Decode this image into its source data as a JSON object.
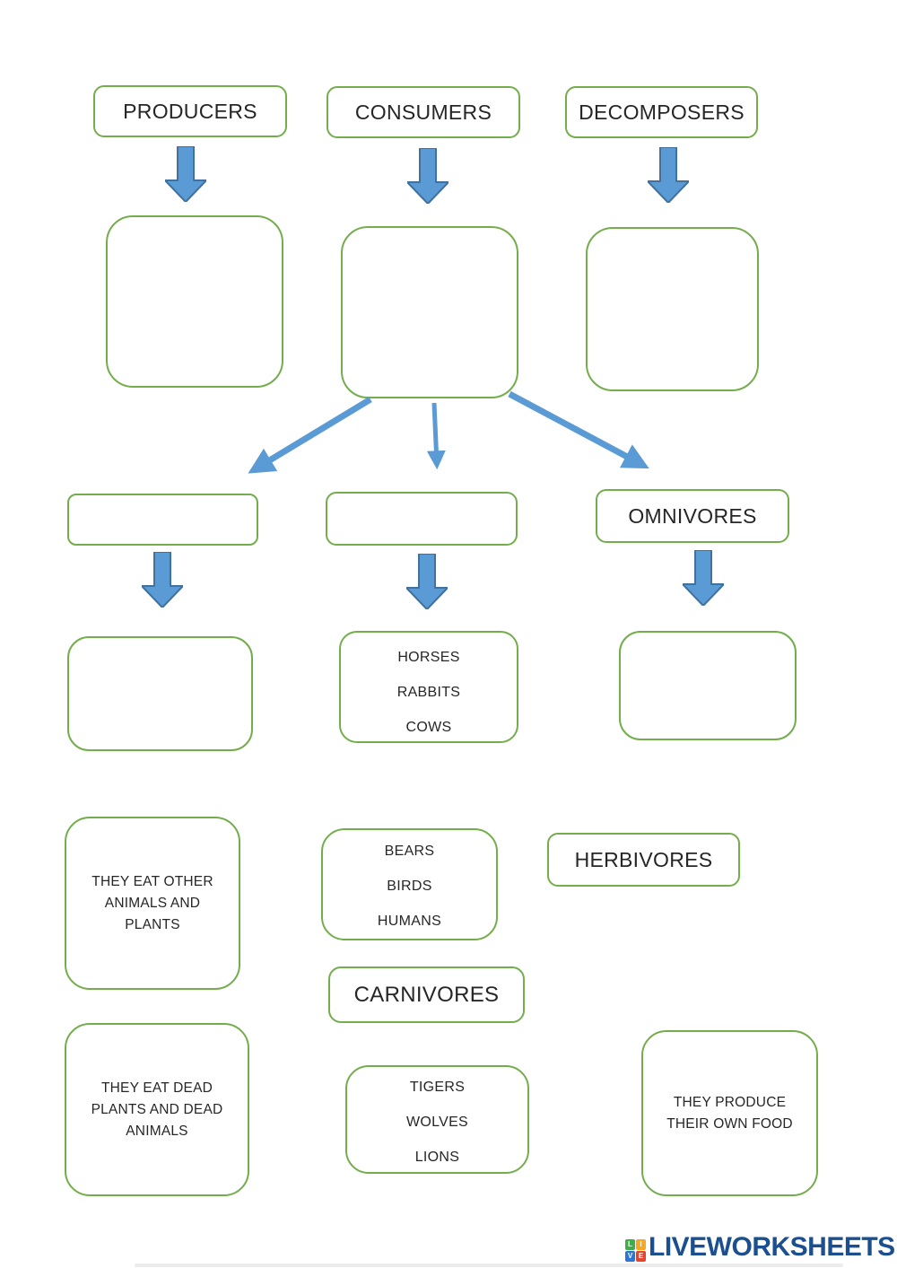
{
  "colors": {
    "box_border": "#74ad4c",
    "arrow_fill": "#5b9bd5",
    "arrow_stroke": "#41719c",
    "text": "#262626",
    "logo_text": "#1b4f8f"
  },
  "top_row": {
    "producers": "PRODUCERS",
    "consumers": "CONSUMERS",
    "decomposers": "DECOMPOSERS"
  },
  "level3": {
    "omnivores": "OMNIVORES"
  },
  "level4": {
    "herbivore_examples": [
      "HORSES",
      "RABBITS",
      "COWS"
    ]
  },
  "word_bank": {
    "eat_other": [
      "THEY EAT OTHER",
      "ANIMALS AND",
      "PLANTS"
    ],
    "omnivore_examples": [
      "BEARS",
      "BIRDS",
      "HUMANS"
    ],
    "herbivores": "HERBIVORES",
    "carnivores": "CARNIVORES",
    "eat_dead": [
      "THEY EAT DEAD",
      "PLANTS AND DEAD",
      "ANIMALS"
    ],
    "carnivore_examples": [
      "TIGERS",
      "WOLVES",
      "LIONS"
    ],
    "produce": [
      "THEY PRODUCE",
      "THEIR OWN FOOD"
    ]
  },
  "footer": {
    "logo_text": "LIVEWORKSHEETS",
    "logo_squares": [
      {
        "letter": "L",
        "color": "#3fae49"
      },
      {
        "letter": "I",
        "color": "#f7a823"
      },
      {
        "letter": "V",
        "color": "#2e75d4"
      },
      {
        "letter": "E",
        "color": "#e8432e"
      }
    ]
  }
}
